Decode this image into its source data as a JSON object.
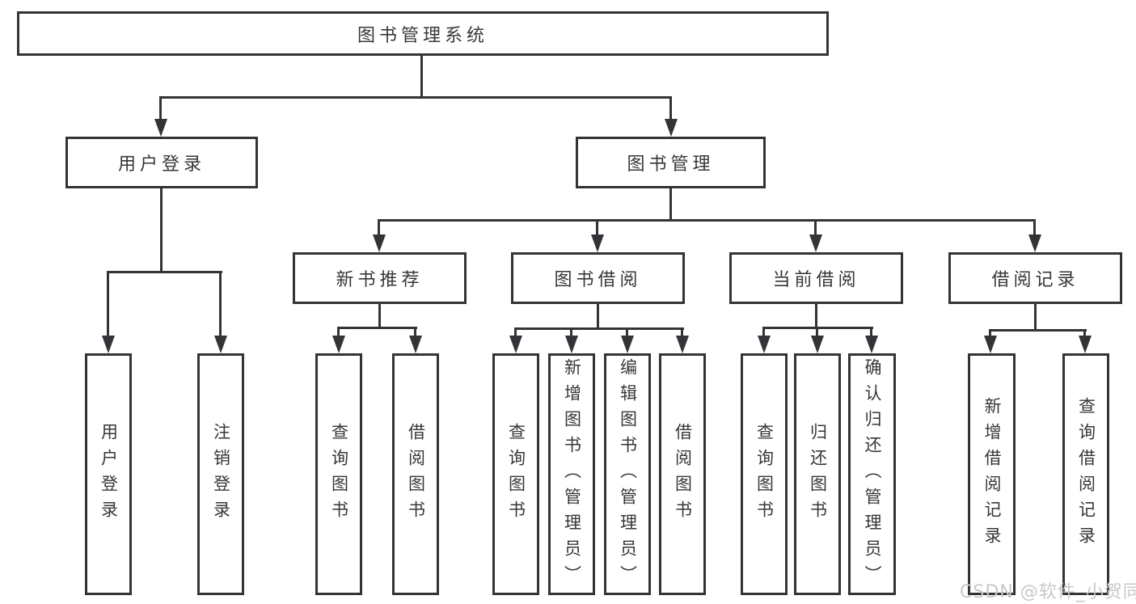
{
  "diagram": {
    "title": "图书管理系统",
    "root": {
      "label": "图书管理系统"
    },
    "user_login": {
      "label": "用户登录",
      "children": [
        {
          "label": "用户登录"
        },
        {
          "label": "注销登录"
        }
      ]
    },
    "book_management": {
      "label": "图书管理",
      "children": [
        {
          "label": "新书推荐",
          "children": [
            {
              "label": "查询图书"
            },
            {
              "label": "借阅图书"
            }
          ]
        },
        {
          "label": "图书借阅",
          "children": [
            {
              "label": "查询图书"
            },
            {
              "label": "新增图书（管理员）"
            },
            {
              "label": "编辑图书（管理员）"
            },
            {
              "label": "借阅图书"
            }
          ]
        },
        {
          "label": "当前借阅",
          "children": [
            {
              "label": "查询图书"
            },
            {
              "label": "归还图书"
            },
            {
              "label": "确认归还（管理员）"
            }
          ]
        },
        {
          "label": "借阅记录",
          "children": [
            {
              "label": "新增借阅记录"
            },
            {
              "label": "查询借阅记录"
            }
          ]
        }
      ]
    }
  },
  "watermark": {
    "text": "CSDN @软件_小贺同学"
  },
  "colors": {
    "line": "#333437",
    "text": "#36373b",
    "watermark": "#c8c8c8",
    "background": "#ffffff"
  }
}
